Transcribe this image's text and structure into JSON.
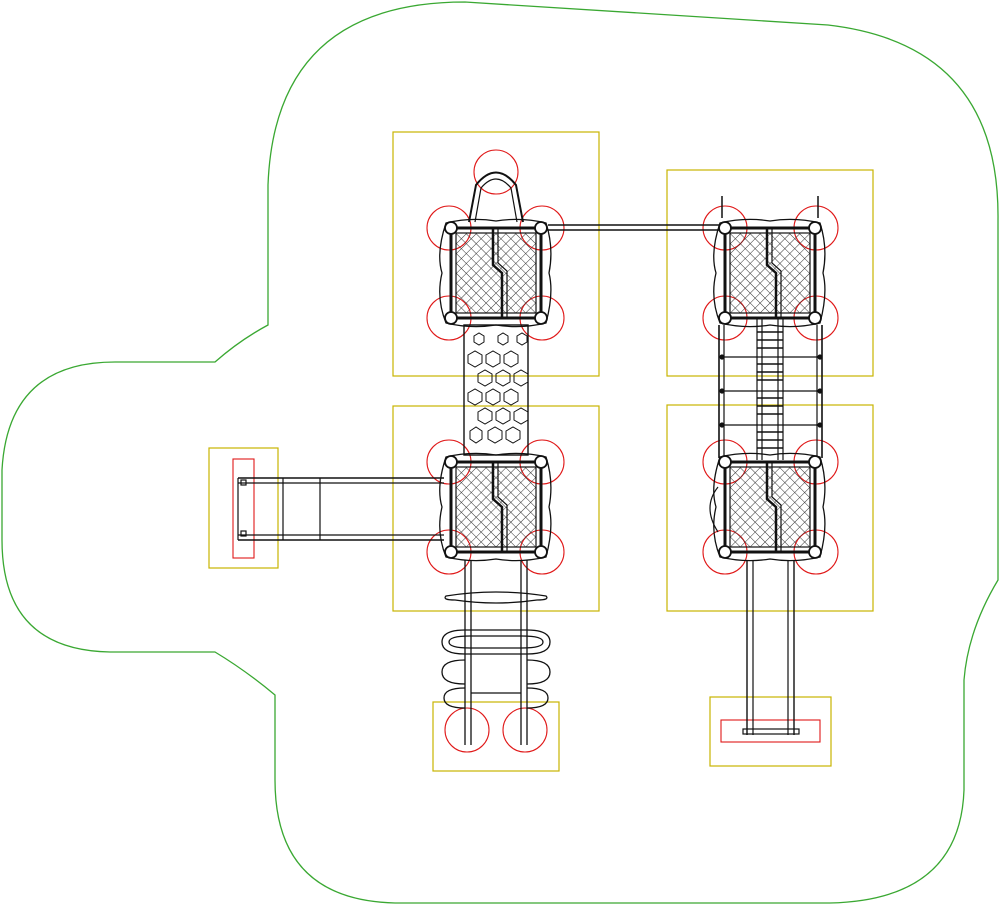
{
  "diagram": {
    "type": "playground-equipment-plan",
    "colors": {
      "safety_zone": "#3aa832",
      "footprint": "#c8b400",
      "clearance": "#e01818",
      "equipment": "#111111",
      "deck_mesh": "#333333",
      "background": "#ffffff"
    },
    "components": [
      {
        "id": "deck-top-left",
        "kind": "platform-deck"
      },
      {
        "id": "deck-mid-left",
        "kind": "platform-deck"
      },
      {
        "id": "deck-top-right",
        "kind": "platform-deck"
      },
      {
        "id": "deck-mid-right",
        "kind": "platform-deck"
      },
      {
        "id": "hex-climbing-panel",
        "kind": "climber"
      },
      {
        "id": "arch-bar",
        "kind": "overhead-arch"
      },
      {
        "id": "slide",
        "kind": "slide"
      },
      {
        "id": "loop-ladder",
        "kind": "ladder"
      },
      {
        "id": "rung-bridge",
        "kind": "bridge"
      },
      {
        "id": "straight-slide",
        "kind": "slide"
      },
      {
        "id": "overhead-rail",
        "kind": "connector"
      }
    ]
  }
}
